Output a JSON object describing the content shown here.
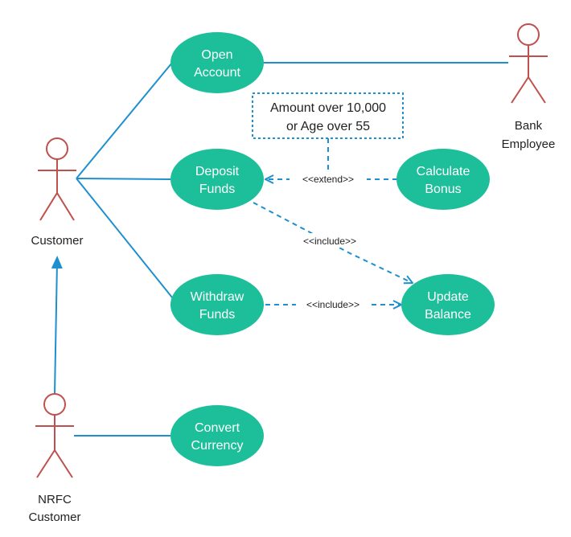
{
  "colors": {
    "usecase_fill": "#1dbf9a",
    "line": "#1e8fcf",
    "actor": "#c0504d",
    "text_dark": "#222222",
    "text_light": "#ffffff"
  },
  "actors": {
    "customer": {
      "label": "Customer"
    },
    "bank_employee": {
      "line1": "Bank",
      "line2": "Employee"
    },
    "nrfc_customer": {
      "line1": "NRFC",
      "line2": "Customer"
    }
  },
  "use_cases": {
    "open_account": {
      "line1": "Open",
      "line2": "Account"
    },
    "deposit_funds": {
      "line1": "Deposit",
      "line2": "Funds"
    },
    "withdraw_funds": {
      "line1": "Withdraw",
      "line2": "Funds"
    },
    "calculate_bonus": {
      "line1": "Calculate",
      "line2": "Bonus"
    },
    "update_balance": {
      "line1": "Update",
      "line2": "Balance"
    },
    "convert_currency": {
      "line1": "Convert",
      "line2": "Currency"
    }
  },
  "relationships": {
    "extend_label": "<<extend>>",
    "include_deposit_label": "<<include>>",
    "include_withdraw_label": "<<include>>"
  },
  "note": {
    "line1": "Amount over 10,000",
    "line2": "or Age over 55"
  }
}
